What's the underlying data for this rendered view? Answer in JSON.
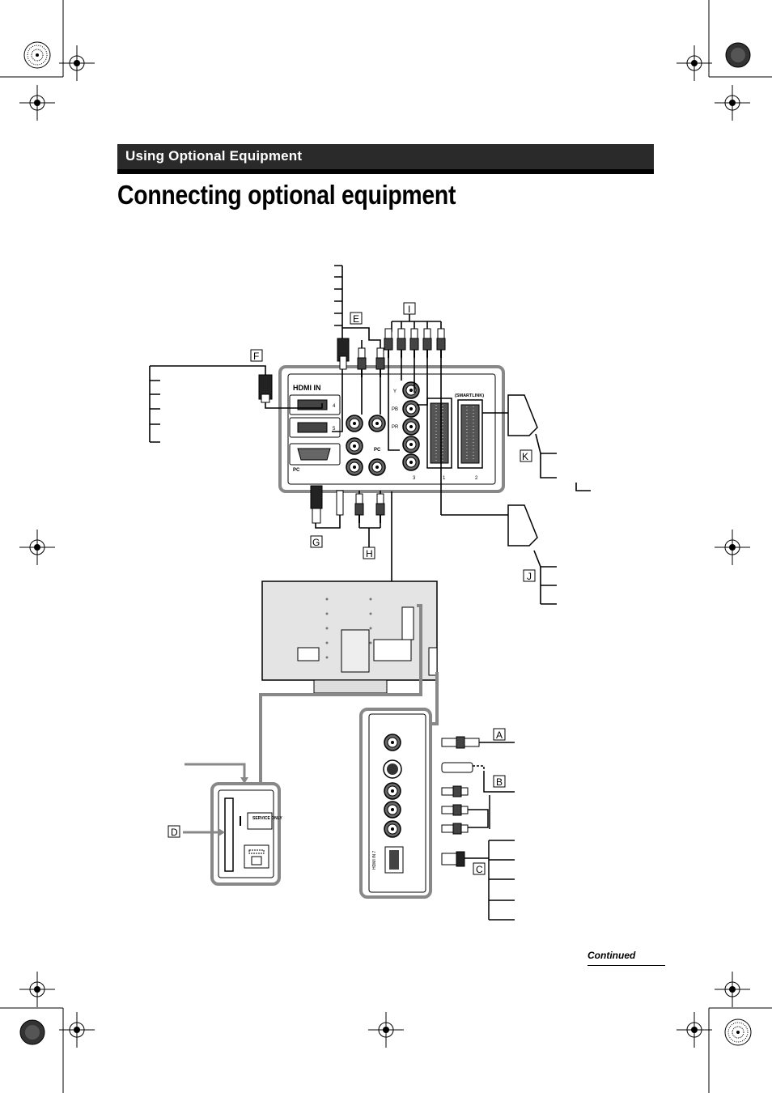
{
  "header": {
    "section": "Using Optional Equipment"
  },
  "title": "Connecting optional equipment",
  "footer": {
    "continued": "Continued"
  },
  "callouts": [
    "A",
    "B",
    "C",
    "D",
    "E",
    "F",
    "G",
    "H",
    "I",
    "J",
    "K"
  ],
  "rear_panel": {
    "hdmi_in": "HDMI IN",
    "port_4": "4",
    "port_5": "5",
    "pc": "PC",
    "smartlink": "(SMARTLINK)",
    "y": "Y",
    "pb": "PB",
    "pr": "PR",
    "port_3": "3",
    "port_1": "1",
    "port_2": "2"
  },
  "side_panel": {
    "hdmi_in_7": "HDMI IN 7",
    "service_only": "SERVICE ONLY"
  }
}
